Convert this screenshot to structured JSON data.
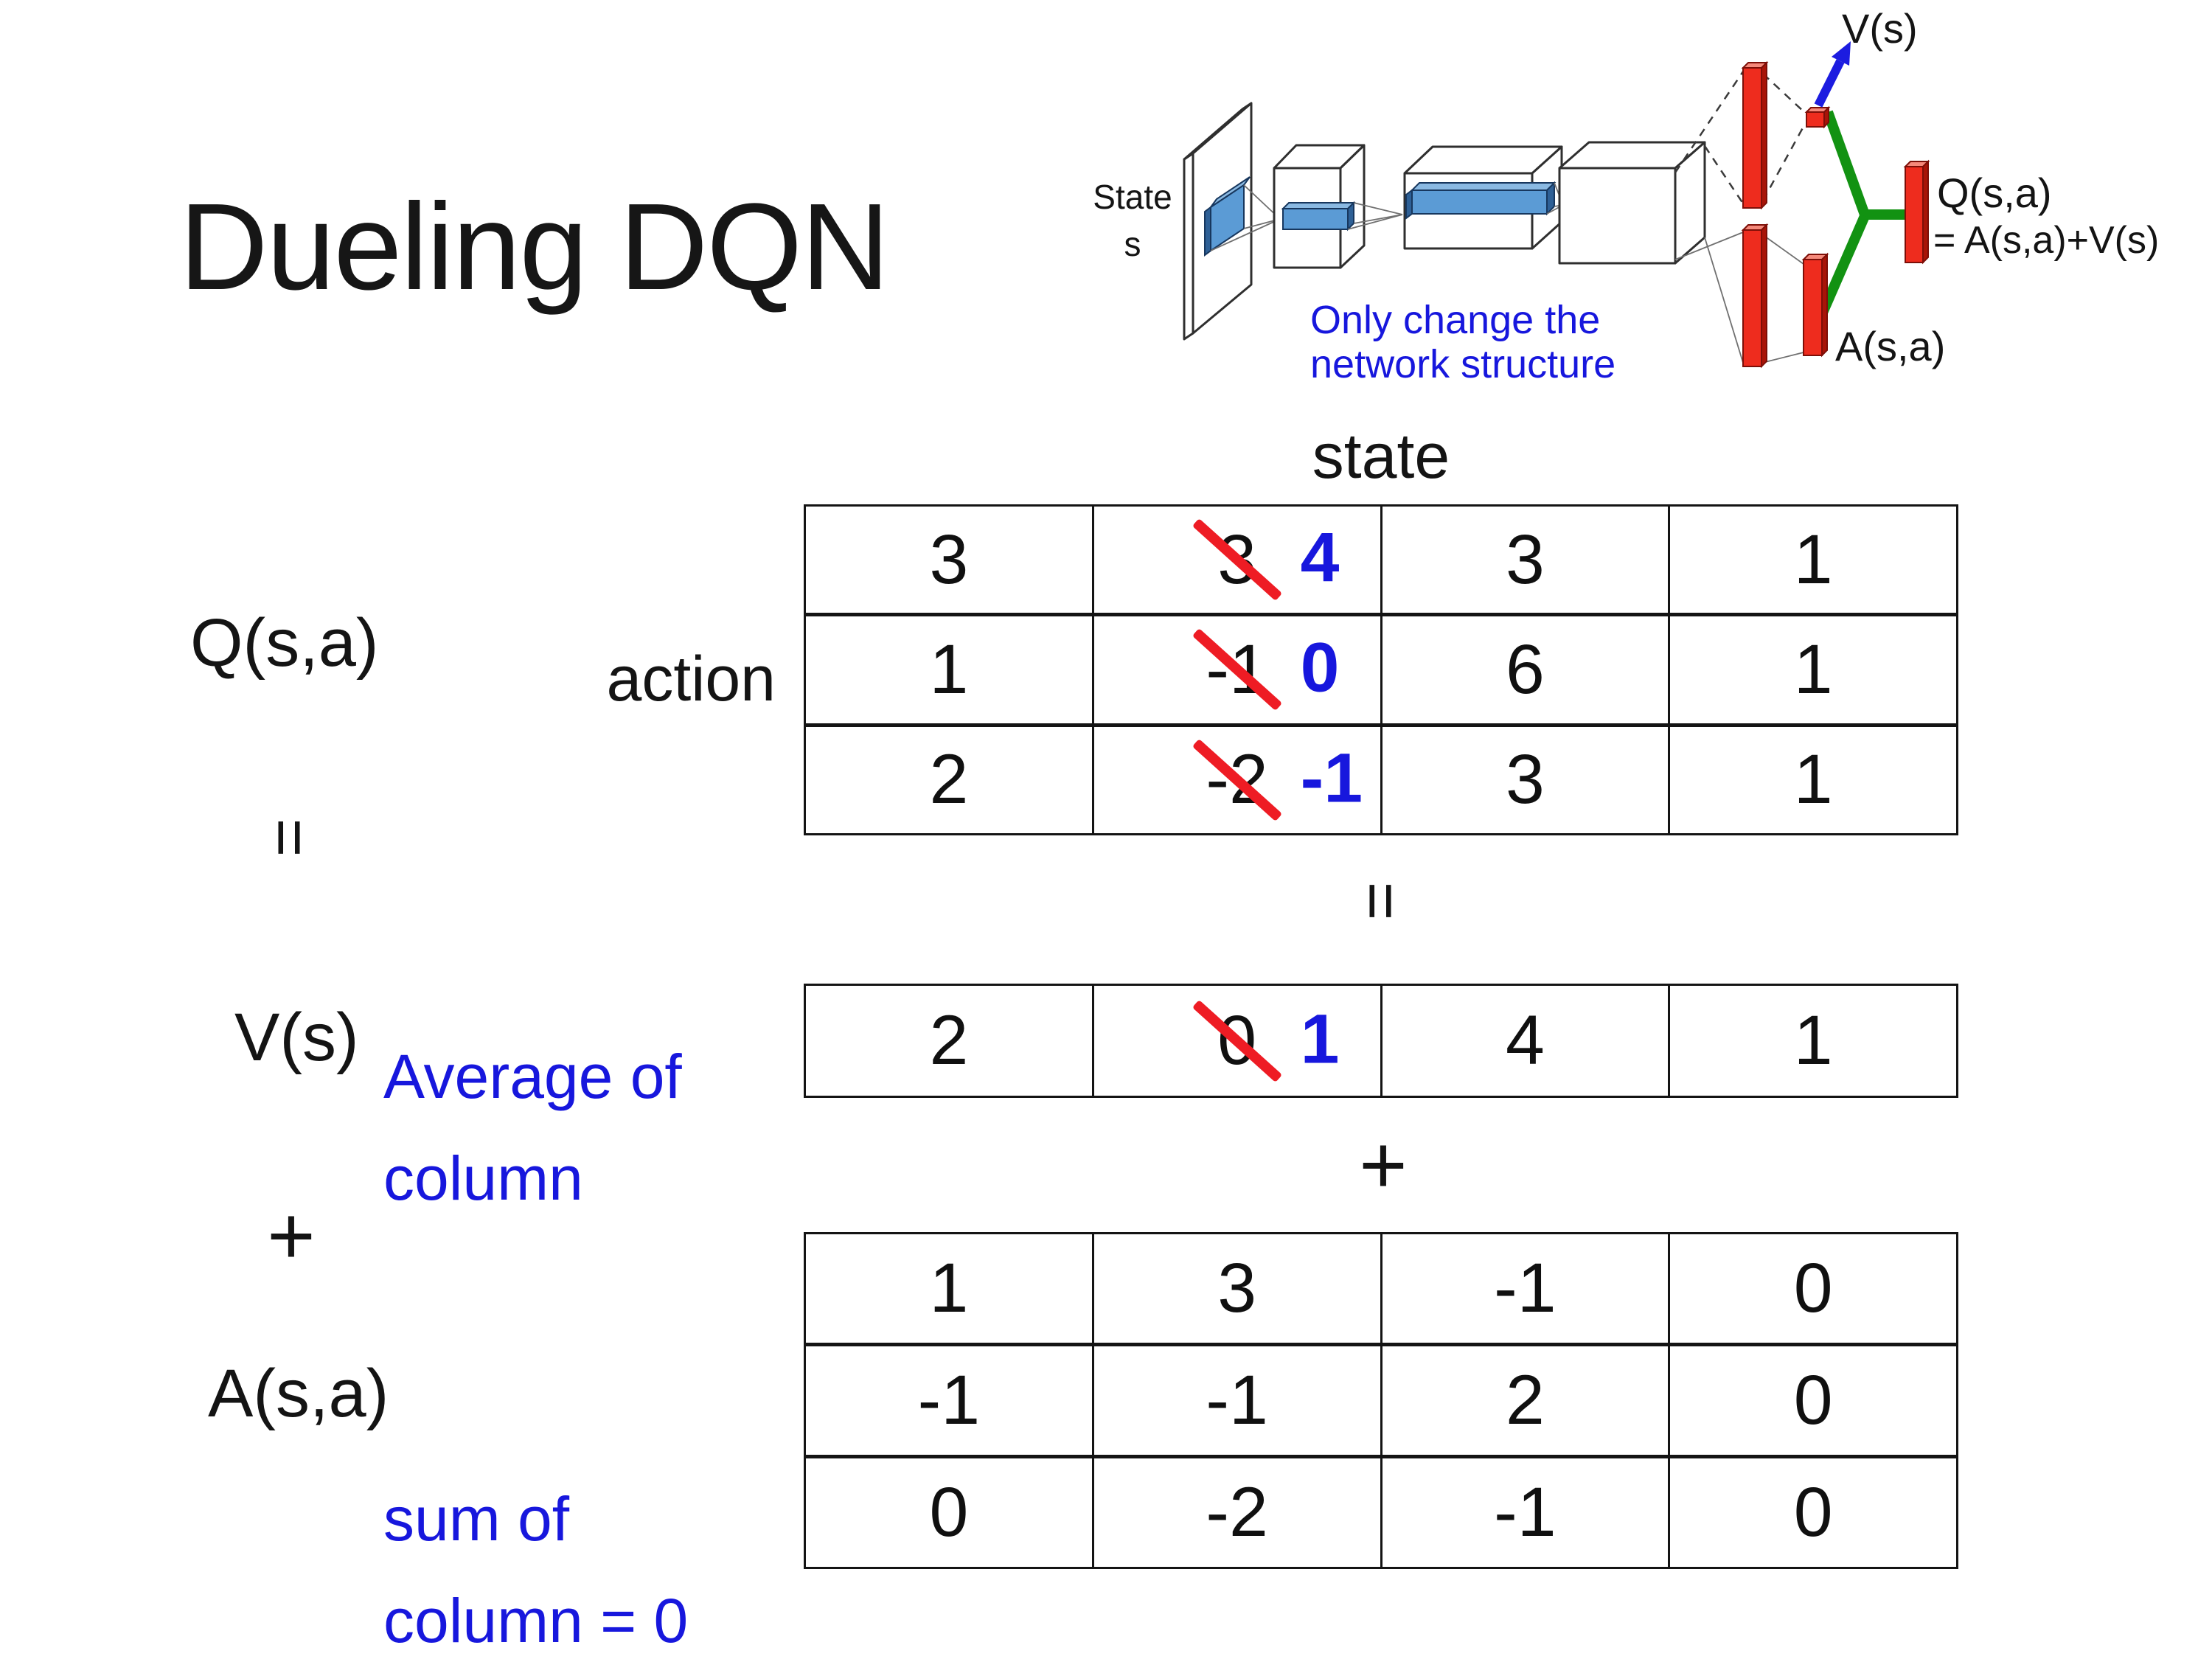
{
  "slide": {
    "title": "Dueling DQN"
  },
  "diagram": {
    "state_line1": "State",
    "state_line2": "s",
    "note_line1": "Only change the",
    "note_line2": "network structure",
    "v_out": "V(s)",
    "a_out": "A(s,a)",
    "q_out_line1": "Q(s,a)",
    "q_out_line2": "= A(s,a)+V(s)"
  },
  "equation": {
    "q_label": "Q(s,a)",
    "equals_left": "=",
    "v_label": "V(s)",
    "plus_left": "+",
    "a_label": "A(s,a)",
    "avg_note_line1": "Average of",
    "avg_note_line2": "column",
    "sum_note_line1": "sum of",
    "sum_note_line2": "column = 0",
    "state_header": "state",
    "action_label": "action",
    "equals_mid": "=",
    "plus_mid": "+"
  },
  "q_table": {
    "rows": [
      [
        {
          "v": "3"
        },
        {
          "v": "3",
          "strike": true,
          "new": "4"
        },
        {
          "v": "3"
        },
        {
          "v": "1"
        }
      ],
      [
        {
          "v": "1"
        },
        {
          "v": "-1",
          "strike": true,
          "new": "0"
        },
        {
          "v": "6"
        },
        {
          "v": "1"
        }
      ],
      [
        {
          "v": "2"
        },
        {
          "v": "-2",
          "strike": true,
          "new": "-1"
        },
        {
          "v": "3"
        },
        {
          "v": "1"
        }
      ]
    ]
  },
  "v_table": {
    "rows": [
      [
        {
          "v": "2"
        },
        {
          "v": "0",
          "strike": true,
          "new": "1"
        },
        {
          "v": "4"
        },
        {
          "v": "1"
        }
      ]
    ]
  },
  "a_table": {
    "rows": [
      [
        {
          "v": "1"
        },
        {
          "v": "3"
        },
        {
          "v": "-1"
        },
        {
          "v": "0"
        }
      ],
      [
        {
          "v": "-1"
        },
        {
          "v": "-1"
        },
        {
          "v": "2"
        },
        {
          "v": "0"
        }
      ],
      [
        {
          "v": "0"
        },
        {
          "v": "-2"
        },
        {
          "v": "-1"
        },
        {
          "v": "0"
        }
      ]
    ]
  },
  "colors": {
    "highlight_blue": "#1717dd",
    "strike_red": "#ee1c24",
    "bar_red": "#ee2c1e",
    "merge_green": "#129212",
    "filter_blue": "#5b9bd5",
    "text_black": "#141414"
  }
}
